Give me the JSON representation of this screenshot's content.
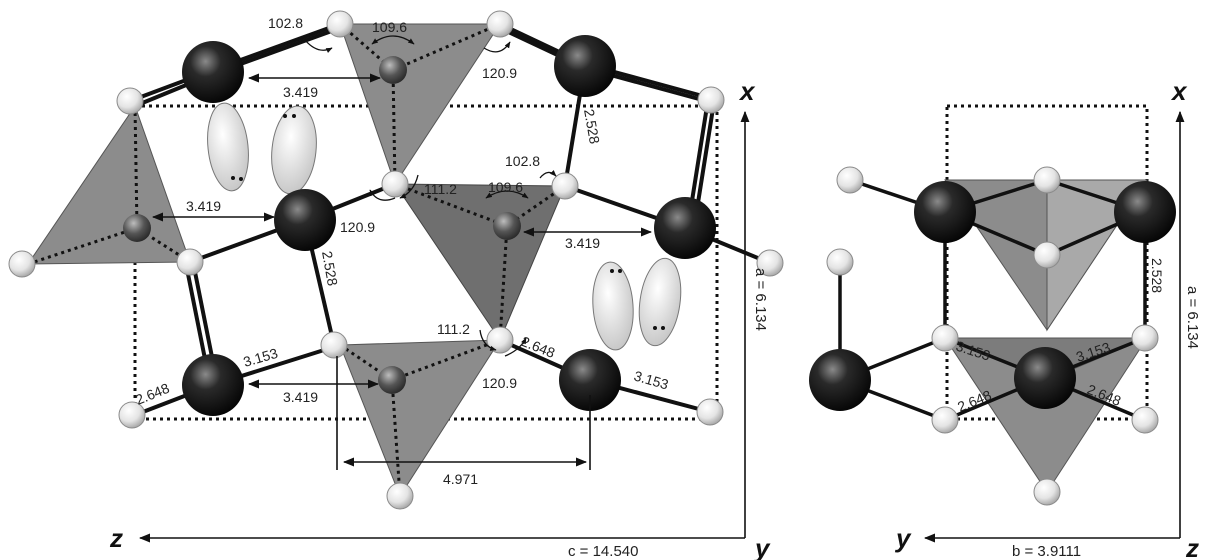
{
  "left_view": {
    "angles": {
      "a1": "102.8",
      "a2": "109.6",
      "a3": "120.9",
      "a4": "111.2",
      "a5": "102.8",
      "a6": "109.6",
      "a7": "120.9",
      "a8": "111.2",
      "a9": "120.9"
    },
    "distances": {
      "d_top": "3.419",
      "d_mid_left": "3.419",
      "d_mid_right": "3.419",
      "d_bottom": "3.419",
      "d_2528_a": "2.528",
      "d_2528_b": "2.528",
      "d_3153_a": "3.153",
      "d_3153_b": "3.153",
      "d_2648_a": "2.648",
      "d_2648_b": "2.648",
      "d_4971": "4.971"
    },
    "axes": {
      "x": "x",
      "z": "z",
      "y": "y"
    },
    "cell": {
      "a_label": "a = 6.134",
      "c_label": "c = 14.540"
    }
  },
  "right_view": {
    "distances": {
      "d_2528": "2.528",
      "d_3153_a": "3.153",
      "d_3153_b": "3.153",
      "d_2648_a": "2.648",
      "d_2648_b": "2.648"
    },
    "axes": {
      "x": "x",
      "y": "y",
      "z": "z"
    },
    "cell": {
      "a_label": "a = 6.134",
      "b_label": "b = 3.9111"
    }
  },
  "colors": {
    "large_atom": "#1e1e1e",
    "small_atom": "#f2f2f2",
    "polyhedron": "#8c8c8c",
    "polyhedron_dark": "#6f6f6f",
    "lone_pair": "#e6e6e6"
  }
}
